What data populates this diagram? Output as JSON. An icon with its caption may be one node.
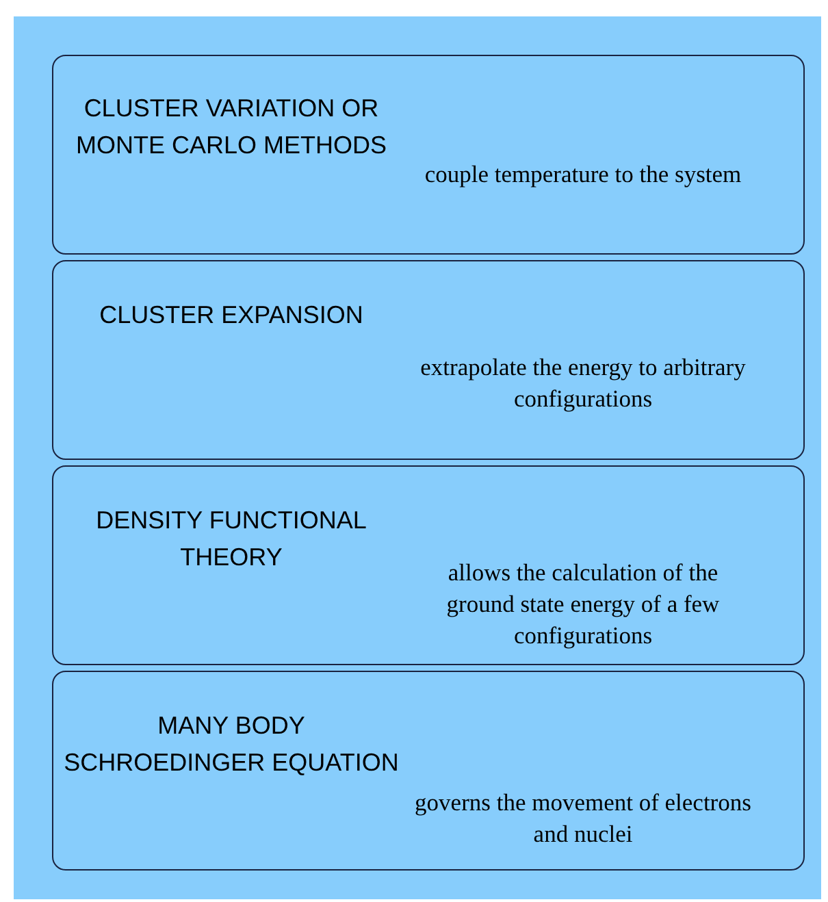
{
  "diagram": {
    "nodes": [
      {
        "text": [
          "CLUSTER VARIATION OR MONTE CARLO METHODS",
          "couple temperature to the system"
        ]
      },
      {
        "text": [
          "CLUSTER EXPANSION",
          "extrapolate the energy to arbitrary configurations"
        ]
      },
      {
        "text": [
          "DENSITY FUNCTIONAL THEORY",
          "allows the calculation of the ground state energy of a few configurations"
        ]
      },
      {
        "text": [
          "MANY BODY SCHROEDINGER EQUATION",
          "governs the movement of electrons and nuclei"
        ]
      }
    ]
  }
}
